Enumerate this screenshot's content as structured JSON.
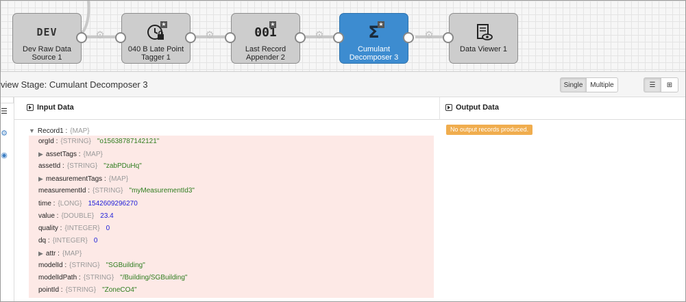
{
  "pipeline": {
    "stages": [
      {
        "label": "Dev Raw Data Source 1",
        "icon": "dev-text-icon",
        "icon_text": "DEV",
        "selected": false
      },
      {
        "label": "040 B Late Point Tagger 1",
        "icon": "clock-lock-icon",
        "selected": false
      },
      {
        "label": "Last Record Appender 2",
        "icon": "counter-001-icon",
        "icon_text": "001",
        "selected": false
      },
      {
        "label": "Cumulant Decomposer 3",
        "icon": "sigma-icon",
        "selected": true
      },
      {
        "label": "Data Viewer 1",
        "icon": "document-eye-icon",
        "selected": false
      }
    ],
    "link_icon": "link-gear-icon"
  },
  "preview": {
    "title": "view Stage: Cumulant Decomposer 3",
    "single_label": "Single",
    "multiple_label": "Multiple",
    "mode_selected": "Single",
    "view_icons": [
      "list-view-icon",
      "table-view-icon"
    ]
  },
  "input": {
    "header": "Input Data",
    "record": {
      "name": "Record1 :",
      "type": "{MAP}"
    },
    "fields": [
      {
        "name": "orgId :",
        "type": "{STRING}",
        "value": "\"o15638787142121\"",
        "kind": "str",
        "expandable": false
      },
      {
        "name": "assetTags :",
        "type": "{MAP}",
        "value": "",
        "kind": "",
        "expandable": true
      },
      {
        "name": "assetId :",
        "type": "{STRING}",
        "value": "\"zabPDuHq\"",
        "kind": "str",
        "expandable": false
      },
      {
        "name": "measurementTags :",
        "type": "{MAP}",
        "value": "",
        "kind": "",
        "expandable": true
      },
      {
        "name": "measurementId :",
        "type": "{STRING}",
        "value": "\"myMeasurementId3\"",
        "kind": "str",
        "expandable": false
      },
      {
        "name": "time :",
        "type": "{LONG}",
        "value": "1542609296270",
        "kind": "num",
        "expandable": false
      },
      {
        "name": "value :",
        "type": "{DOUBLE}",
        "value": "23.4",
        "kind": "num",
        "expandable": false
      },
      {
        "name": "quality :",
        "type": "{INTEGER}",
        "value": "0",
        "kind": "num",
        "expandable": false
      },
      {
        "name": "dq :",
        "type": "{INTEGER}",
        "value": "0",
        "kind": "num",
        "expandable": false
      },
      {
        "name": "attr :",
        "type": "{MAP}",
        "value": "",
        "kind": "",
        "expandable": true
      },
      {
        "name": "modelId :",
        "type": "{STRING}",
        "value": "\"SGBuilding\"",
        "kind": "str",
        "expandable": false
      },
      {
        "name": "modelIdPath :",
        "type": "{STRING}",
        "value": "\"/Building/SGBuilding\"",
        "kind": "str",
        "expandable": false
      },
      {
        "name": "pointId :",
        "type": "{STRING}",
        "value": "\"ZoneCO4\"",
        "kind": "str",
        "expandable": false
      }
    ]
  },
  "output": {
    "header": "Output Data",
    "message": "No output records produced."
  },
  "colors": {
    "selected_stage": "#3d8cd0",
    "stage": "#cdcdcd",
    "record_bg": "#fde9e6",
    "string_value": "#2e7d1f",
    "number_value": "#1d1dd8",
    "warning_badge": "#f0ad4e"
  }
}
